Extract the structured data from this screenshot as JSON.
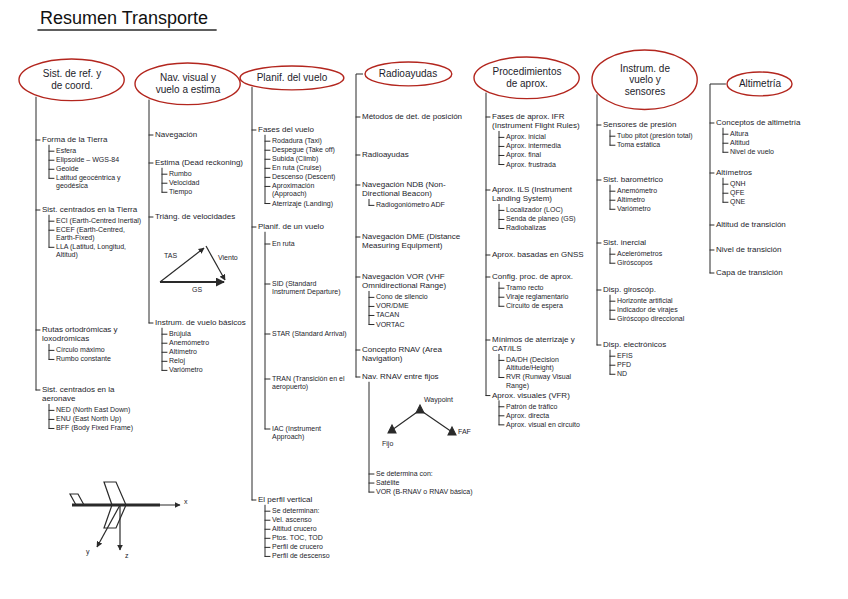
{
  "diagram": {
    "title": "Resumen Transporte",
    "nodes": [
      {
        "text": [
          "Sist. de ref. y de coord."
        ]
      },
      {
        "text": [
          "Nav. visual y vuelo a estima"
        ]
      },
      {
        "text": [
          "Planif. del vuelo"
        ]
      },
      {
        "text": [
          "Radioayudas"
        ]
      },
      {
        "text": [
          "Procedimientos de aprox."
        ]
      },
      {
        "text": [
          "Instrum. de vuelo y sensores"
        ]
      },
      {
        "text": [
          "Altimetría"
        ]
      }
    ],
    "labels": [
      "Forma de la Tierra",
      "Esfera",
      "Elipsoide – WGS-84",
      "Geoide",
      "Latitud geocéntrica y geodésica",
      "Sist. centrados en la Tierra",
      "ECI (Earth-Centred Inertial)",
      "ECEF (Earth-Centred, Earth-Fixed)",
      "LLA (Latitud, Longitud, Altitud)",
      "Rutas ortodrómicas y loxodrómicas",
      "Círculo máximo",
      "Rumbo constante",
      "Sist. centrados en la aeronave",
      "NED (North East Down)",
      "ENU (East North Up)",
      "BFF (Body Fixed Frame)",
      "x",
      "y",
      "z",
      "Navegación",
      "Estima (Dead reckoning)",
      "Rumbo",
      "Velocidad",
      "Tiempo",
      "Triáng. de velocidades",
      "TAS",
      "GS",
      "Viento",
      "Instrum. de vuelo básicos",
      "Brújula",
      "Anemómetro",
      "Altímetro",
      "Reloj",
      "Variómetro",
      "Fases del vuelo",
      "Rodadura (Taxi)",
      "Despegue (Take off)",
      "Subida (Climb)",
      "En ruta (Cruise)",
      "Descenso (Descent)",
      "Aproximación (Approach)",
      "Aterrizaje (Landing)",
      "Planif. de un vuelo",
      "En ruta",
      "SID (Standard Instrument Departure)",
      "STAR (Standard Arrival)",
      "TRAN (Transición en el aeropuerto)",
      "IAC (Instrument Approach)",
      "El perfil vertical",
      "Se determinan:",
      "Vel. ascenso",
      "Altitud crucero",
      "Ptos. TOC, TOD",
      "Perfil de crucero",
      "Perfil de descenso",
      "Métodos de det. de posición",
      "Radioayudas",
      "Navegación NDB (Non-Directional Beacon)",
      "Radiogoniómetro ADF",
      "Navegación DME (Distance Measuring Equipment)",
      "Navegación VOR (VHF Omnidirectional Range)",
      "Cono de silencio",
      "VOR/DME",
      "TACAN",
      "VORTAC",
      "Concepto RNAV (Area Navigation)",
      "Nav. RNAV entre fijos",
      "Fijo",
      "Waypoint",
      "FAF",
      "Se determina con:",
      "Satélite",
      "VOR (B-RNAV o RNAV básica)",
      "Fases de aprox. IFR (Instrument Flight Rules)",
      "Aprox. inicial",
      "Aprox. intermedia",
      "Aprox. final",
      "Aprox. frustrada",
      "Aprox. ILS (Instrument Landing System)",
      "Localizador (LOC)",
      "Senda de planeo (GS)",
      "Radiobalizas",
      "Aprox. basadas en GNSS",
      "Config. proc. de aprox.",
      "Tramo recto",
      "Viraje reglamentario",
      "Circuito de espera",
      "Mínimos de aterrizaje y CAT/ILS",
      "DA/DH (Decision Altitude/Height)",
      "RVR (Runway Visual Range)",
      "Aprox. visuales (VFR)",
      "Patrón de tráfico",
      "Aprox. directa",
      "Aprox. visual en circuito",
      "Sensores de presión",
      "Tubo pitot (presión total)",
      "Toma estática",
      "Sist. barométrico",
      "Anemómetro",
      "Altímetro",
      "Variómetro",
      "Sist. inercial",
      "Acelerómetros",
      "Giróscopos",
      "Disp. giroscóp.",
      "Horizonte artificial",
      "Indicador de virajes",
      "Giróscopo direccional",
      "Disp. electrónicos",
      "EFIS",
      "PFD",
      "ND",
      "Conceptos de altimetría",
      "Altura",
      "Altitud",
      "Nivel de vuelo",
      "Altímetros",
      "QNH",
      "QFE",
      "QNE",
      "Altitud de transición",
      "Nivel de transición",
      "Capa de transición"
    ]
  }
}
